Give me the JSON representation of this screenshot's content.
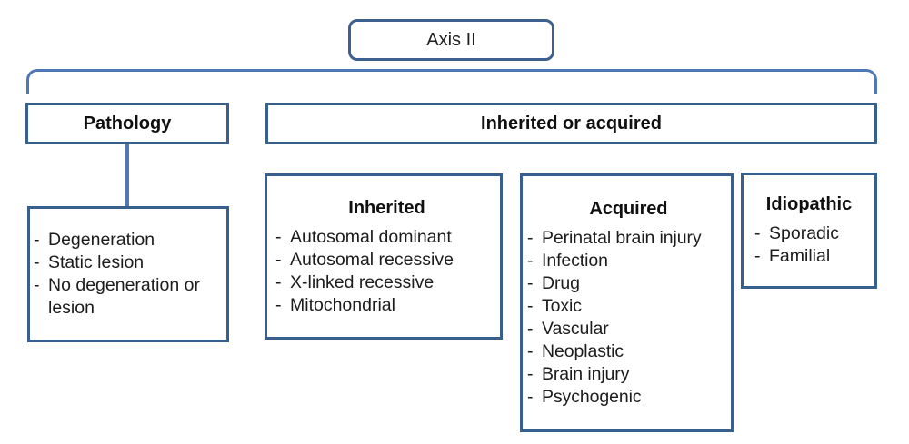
{
  "bullet": "-",
  "diagram": {
    "root": {
      "label": "Axis II"
    },
    "branches": {
      "pathology": {
        "header": "Pathology",
        "items": [
          "Degeneration",
          "Static lesion",
          "No degeneration or lesion"
        ]
      },
      "inherited_or_acquired": {
        "header": "Inherited or acquired",
        "children": {
          "inherited": {
            "title": "Inherited",
            "items": [
              "Autosomal dominant",
              "Autosomal recessive",
              "X-linked recessive",
              "Mitochondrial"
            ]
          },
          "acquired": {
            "title": "Acquired",
            "items": [
              "Perinatal brain injury",
              "Infection",
              "Drug",
              "Toxic",
              "Vascular",
              "Neoplastic",
              "Brain injury",
              "Psychogenic"
            ]
          },
          "idiopathic": {
            "title": "Idiopathic",
            "items": [
              "Sporadic",
              "Familial"
            ]
          }
        }
      }
    },
    "colors": {
      "box_border": "#38608f",
      "connector": "#4e79b4",
      "text": "#1c1c1c"
    }
  }
}
